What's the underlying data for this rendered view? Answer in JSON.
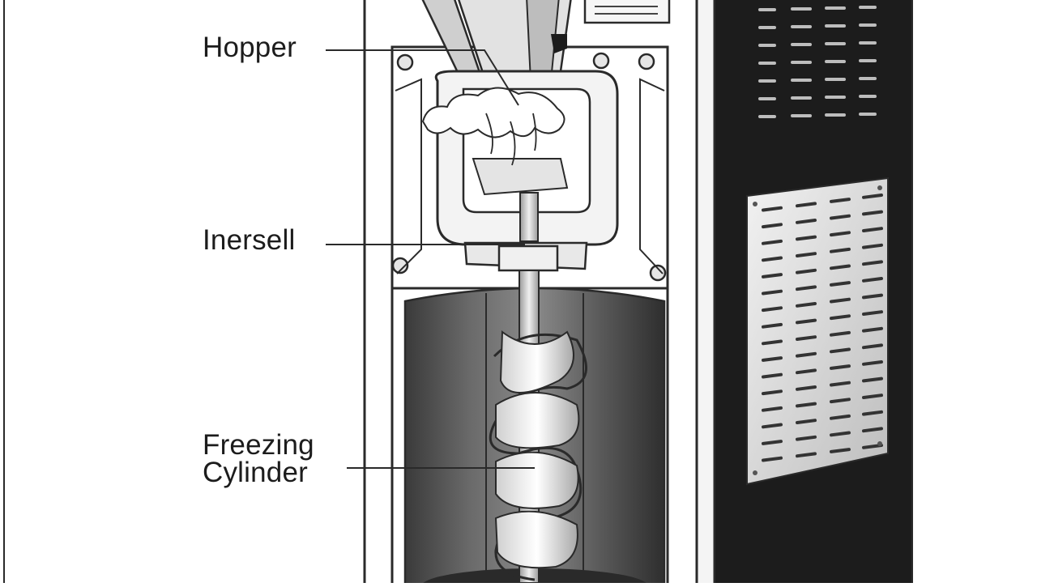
{
  "labels": {
    "hopper": "Hopper",
    "mid": "Inersell",
    "freezing_line1": "Freezing",
    "freezing_line2": "Cylinder"
  },
  "colors": {
    "stroke": "#2a2a2a",
    "panel_dark": "#1c1c1c",
    "cylinder_dark": "#4a4a4a",
    "metal_light": "#d8d8d8"
  }
}
